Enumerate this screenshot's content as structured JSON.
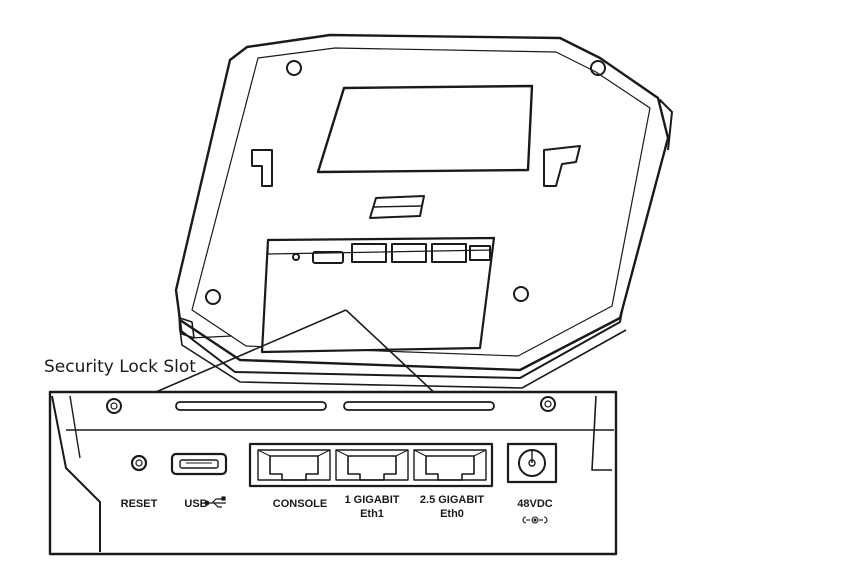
{
  "callout": {
    "security_lock_slot": "Security Lock Slot"
  },
  "ports": [
    {
      "id": "reset",
      "line1": "RESET",
      "line2": ""
    },
    {
      "id": "usb",
      "line1": "USB",
      "line2": ""
    },
    {
      "id": "console",
      "line1": "CONSOLE",
      "line2": ""
    },
    {
      "id": "eth1",
      "line1": "1 GIGABIT",
      "line2": "Eth1"
    },
    {
      "id": "eth0",
      "line1": "2.5 GIGABIT",
      "line2": "Eth0"
    },
    {
      "id": "power",
      "line1": "48VDC",
      "line2": ""
    }
  ],
  "icons": {
    "usb": "usb-trident-icon",
    "power": "dc-polarity-icon"
  },
  "colors": {
    "line": "#1a1a1a",
    "background": "#ffffff"
  }
}
